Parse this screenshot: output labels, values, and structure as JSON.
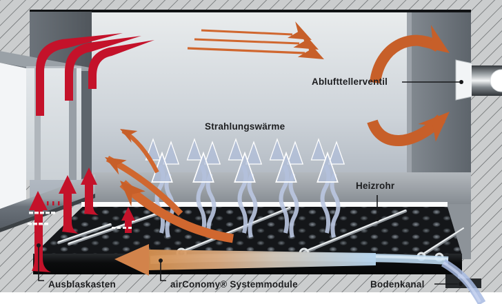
{
  "diagram": {
    "labels": {
      "exhaust_valve": "Ablufttellerventil",
      "radiant_heat": "Strahlungswärme",
      "heating_pipe": "Heizrohr",
      "blowout_box": "Ausblaskasten",
      "system_modules": "airConomy® Systemmodule",
      "floor_duct": "Bodenkanal"
    },
    "legend_colors": {
      "exhaust_warm_air": "#c75f29",
      "heated_supply_air": "#c4122a",
      "radiant_heat": "#adbcd9",
      "fresh_floor_air": "#a7bae2"
    }
  }
}
